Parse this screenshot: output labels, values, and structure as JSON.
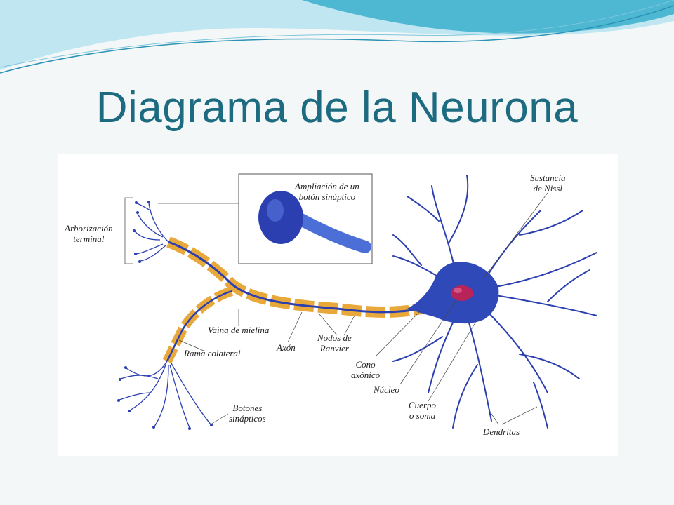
{
  "slide": {
    "title": "Diagrama de la Neurona"
  },
  "colors": {
    "title": "#1d6b80",
    "header_wave_light": "#bfe6f1",
    "header_wave_dark": "#3aaecd",
    "neuron_blue": "#3049b8",
    "myelin": "#e8a93a",
    "nucleus": "#b8245a"
  },
  "diagram": {
    "labels": {
      "ampliacion_line1": "Ampliación de un",
      "ampliacion_line2": "botón sináptico",
      "arborizacion_line1": "Arborización",
      "arborizacion_line2": "terminal",
      "sustancia_line1": "Sustancia",
      "sustancia_line2": "de Nissl",
      "vaina": "Vaina de mielina",
      "axon": "Axón",
      "nodos_line1": "Nodos de",
      "nodos_line2": "Ranvier",
      "rama": "Rama colateral",
      "cono_line1": "Cono",
      "cono_line2": "axónico",
      "nucleo": "Núcleo",
      "cuerpo_line1": "Cuerpo",
      "cuerpo_line2": "o soma",
      "botones_line1": "Botones",
      "botones_line2": "sinápticos",
      "dendritas": "Dendritas"
    }
  }
}
